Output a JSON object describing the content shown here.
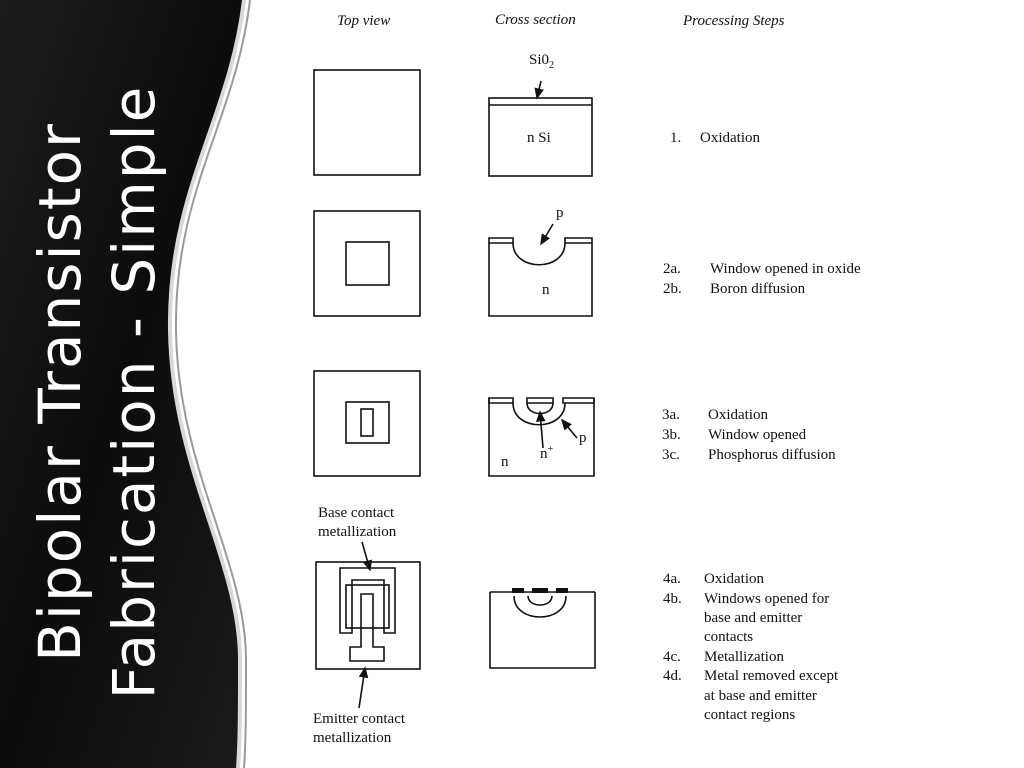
{
  "slide": {
    "title_line1": "Bipolar Transistor",
    "title_line2": "Fabrication - Simple"
  },
  "headers": {
    "top_view": "Top view",
    "cross_section": "Cross section",
    "processing_steps": "Processing Steps"
  },
  "labels": {
    "sio2_main": "Si0",
    "sio2_sub": "2",
    "n_si": "n Si",
    "p": "p",
    "n": "n",
    "p2": "p",
    "n2": "n",
    "nplus_main": "n",
    "nplus_sup": "+",
    "base_contact_1": "Base contact",
    "base_contact_2": "metallization",
    "emitter_contact_1": "Emitter contact",
    "emitter_contact_2": "metallization"
  },
  "steps": [
    {
      "num": "1.",
      "text": "Oxidation"
    },
    {
      "num": "2a.",
      "text": "Window opened in oxide"
    },
    {
      "num": "2b.",
      "text": "Boron diffusion"
    },
    {
      "num": "3a.",
      "text": "Oxidation"
    },
    {
      "num": "3b.",
      "text": "Window opened"
    },
    {
      "num": "3c.",
      "text": "Phosphorus diffusion"
    },
    {
      "num": "4a.",
      "text": "Oxidation"
    },
    {
      "num": "4b.",
      "text": "Windows opened for"
    },
    {
      "num": "",
      "text": "base and emitter"
    },
    {
      "num": "",
      "text": "contacts"
    },
    {
      "num": "4c.",
      "text": "Metallization"
    },
    {
      "num": "4d.",
      "text": "Metal removed except"
    },
    {
      "num": "",
      "text": "at base and emitter"
    },
    {
      "num": "",
      "text": "contact regions"
    }
  ],
  "colors": {
    "sidebar_dark": "#121212",
    "sidebar_edge": "#cfcfcf",
    "ink": "#111111"
  }
}
